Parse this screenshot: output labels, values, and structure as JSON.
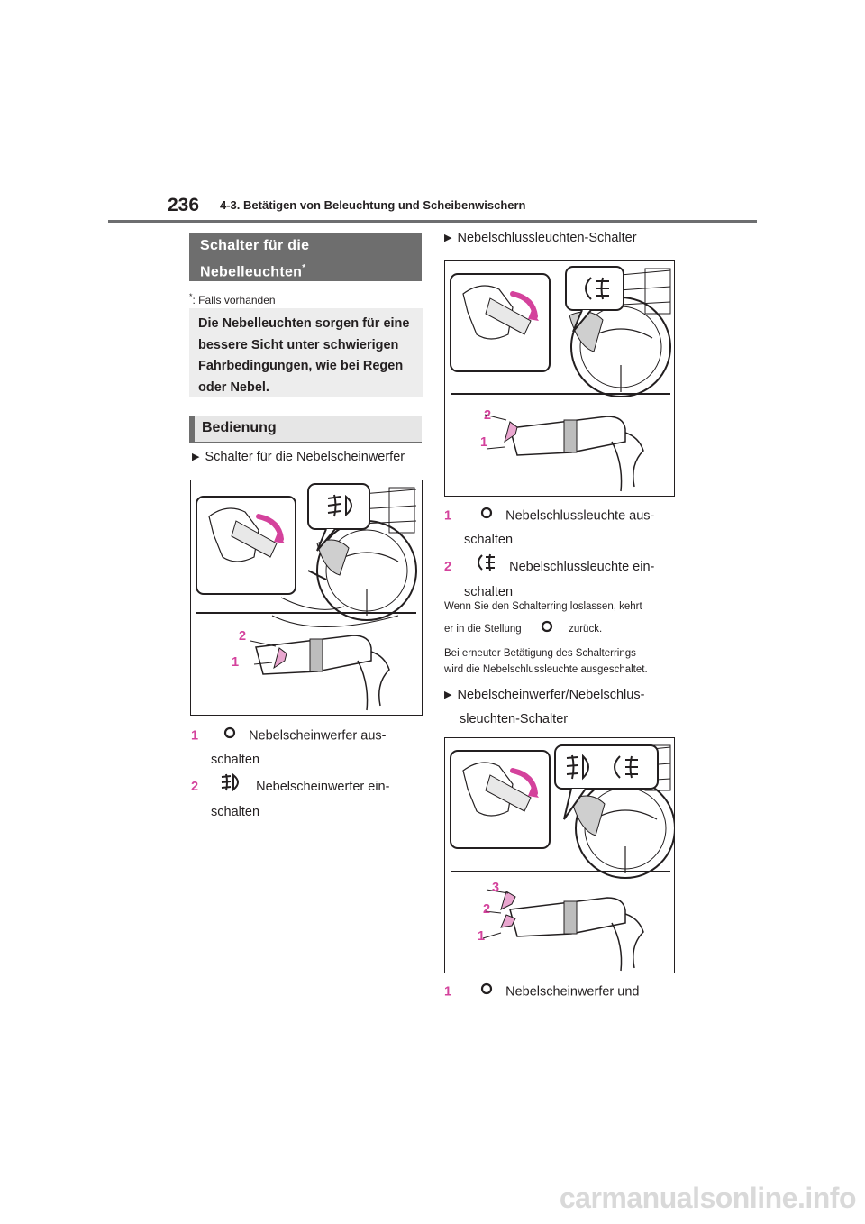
{
  "header": {
    "page_number": "236",
    "section_title": "4-3. Betätigen von Beleuchtung und Scheibenwischern"
  },
  "left": {
    "title_line1": "Schalter für die",
    "title_line2": "Nebelleuchten",
    "title_asterisk": "*",
    "footnote_mark": "*",
    "footnote_text": ": Falls vorhanden",
    "intro": "Die Nebelleuchten sorgen für eine bessere Sicht unter schwierigen Fahrbedingungen, wie bei Regen oder Nebel.",
    "operation_header": "Bedienung",
    "bullet1": "Schalter für die Nebelscheinwerfer",
    "fig1_labels": [
      "2",
      "1"
    ],
    "items": [
      {
        "num": "1",
        "line1": "Nebelscheinwerfer aus-",
        "line2": "schalten"
      },
      {
        "num": "2",
        "line1": "Nebelscheinwerfer ein-",
        "line2": "schalten"
      }
    ]
  },
  "right": {
    "bullet2": "Nebelschlussleuchten-Schalter",
    "fig2_labels": [
      "2",
      "1"
    ],
    "items": [
      {
        "num": "1",
        "line1": "Nebelschlussleuchte aus-",
        "line2": "schalten"
      },
      {
        "num": "2",
        "line1": "Nebelschlussleuchte ein-",
        "line2": "schalten"
      }
    ],
    "note1_line1": "Wenn Sie den Schalterring loslassen, kehrt",
    "note1_line2a": "er in die Stellung",
    "note1_line2b": "zurück.",
    "note2_line1": "Bei erneuter Betätigung des Schalterrings",
    "note2_line2": "wird die Nebelschlussleuchte ausgeschaltet.",
    "bullet3_line1": "Nebelscheinwerfer/Nebelschlus-",
    "bullet3_line2": "sleuchten-Schalter",
    "fig3_labels": [
      "3",
      "2",
      "1"
    ],
    "item3": {
      "num": "1",
      "text": "Nebelscheinwerfer und"
    }
  },
  "footer": {
    "watermark": "carmanualsonline.info"
  },
  "colors": {
    "accent_pink": "#d4429c",
    "header_gray": "#6e6e6e",
    "intro_bg": "#ededed"
  }
}
